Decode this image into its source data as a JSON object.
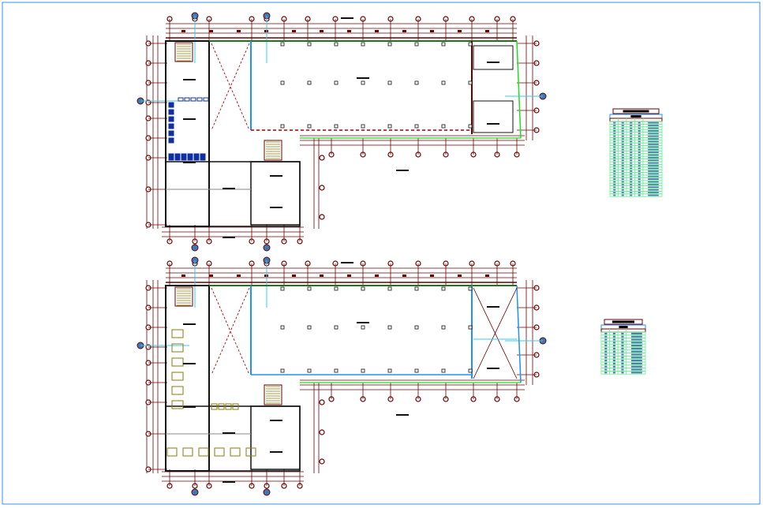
{
  "drawing": {
    "type": "architectural-floor-plans",
    "plans": [
      {
        "id": "upper-floor-plan"
      },
      {
        "id": "lower-floor-plan"
      }
    ],
    "schedule_tables": [
      {
        "id": "schedule-table-1",
        "rows": 28,
        "columns": 5
      },
      {
        "id": "schedule-table-2",
        "rows": 14,
        "columns": 4
      }
    ]
  },
  "colors": {
    "background": "#ffffff",
    "frame": "#3a8ee8",
    "dimension": "#6b0000",
    "wall": "#111111",
    "glazing": "#1e90ff",
    "green_edge": "#22dd22",
    "dashed_red": "#a00000",
    "furniture": "#8a7a10",
    "fixtures": "#1030a0",
    "axis_line": "#33ccee",
    "table_grid": "#66ee99",
    "table_fill": "#4a7fa8"
  }
}
